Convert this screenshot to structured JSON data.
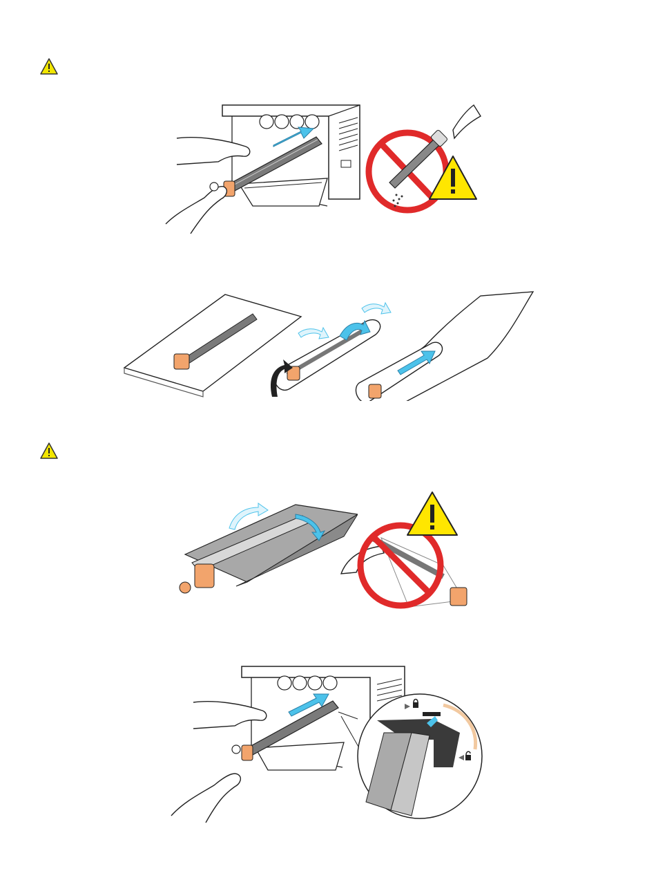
{
  "warnings": [
    {
      "icon": "warning-triangle-icon",
      "color": "#f2e600"
    },
    {
      "icon": "warning-triangle-icon",
      "color": "#f2e600"
    }
  ],
  "colors": {
    "accent_blue": "#4cc2ea",
    "prohibit_red": "#e02a2a",
    "warning_yellow": "#ffe600",
    "orange_part": "#f2a46c",
    "drum_gray": "#9a9a9a"
  },
  "figures": [
    {
      "name": "remove-drum",
      "icons": [
        "hand-icon",
        "arrow-left-icon"
      ]
    },
    {
      "name": "do-not-tilt",
      "icons": [
        "prohibited-icon",
        "warning-icon"
      ]
    },
    {
      "name": "wrap-drum-in-sheet",
      "icons": [
        "curved-arrow-icon"
      ]
    },
    {
      "name": "insert-into-bag",
      "icons": [
        "arrow-right-icon"
      ]
    },
    {
      "name": "remove-protective-sheet",
      "icons": [
        "curved-arrow-icon"
      ]
    },
    {
      "name": "do-not-touch-drum",
      "icons": [
        "prohibited-icon",
        "warning-icon"
      ]
    },
    {
      "name": "insert-new-drum",
      "icons": [
        "arrow-right-icon",
        "lock-icon",
        "unlock-icon"
      ]
    }
  ]
}
